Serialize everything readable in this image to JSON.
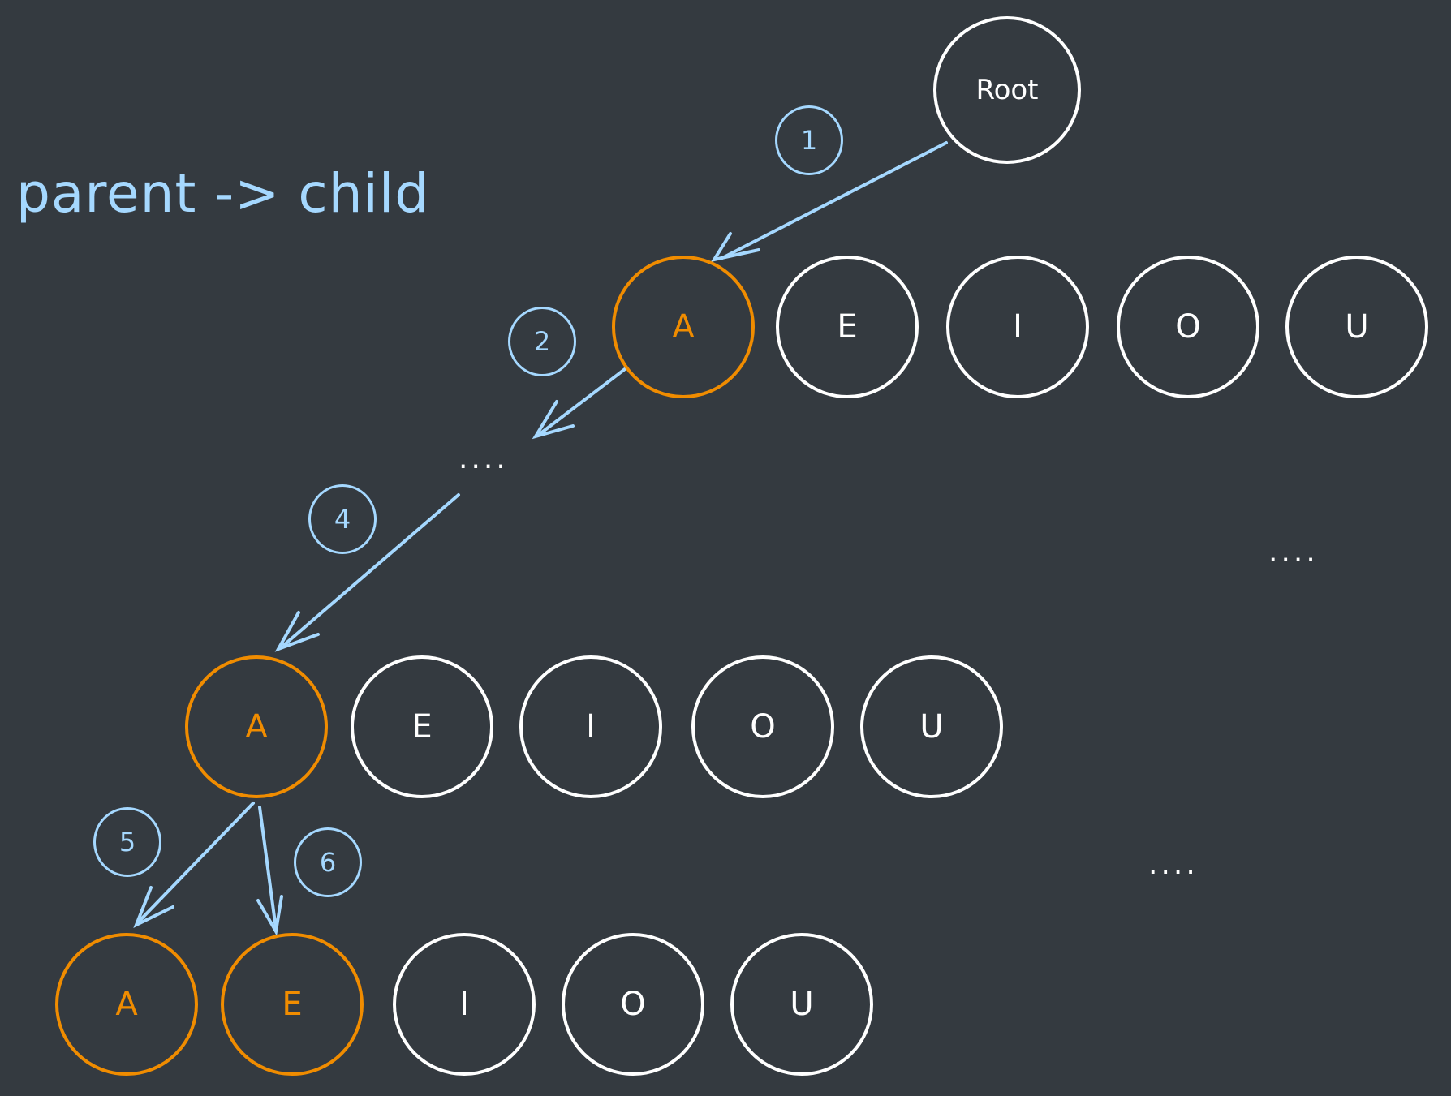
{
  "title": "parent -> child",
  "root_label": "Root",
  "levels": [
    [
      "A",
      "E",
      "I",
      "O",
      "U"
    ],
    [
      "A",
      "E",
      "I",
      "O",
      "U"
    ],
    [
      "A",
      "E",
      "I",
      "O",
      "U"
    ]
  ],
  "steps": [
    "1",
    "2",
    "4",
    "5",
    "6"
  ],
  "ellipsis": "....",
  "colors": {
    "background": "#343a40",
    "node_stroke": "#ffffff",
    "path_highlight": "#f08c00",
    "arrow": "#a5d8ff"
  }
}
